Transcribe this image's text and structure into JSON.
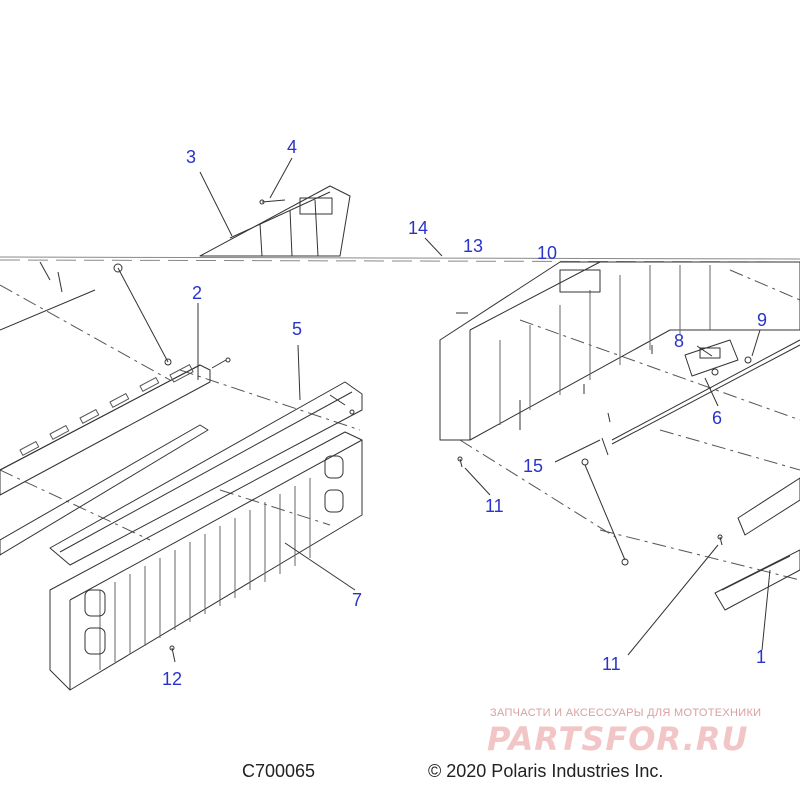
{
  "diagram": {
    "callouts": [
      {
        "id": "c1",
        "text": "1"
      },
      {
        "id": "c2",
        "text": "2"
      },
      {
        "id": "c3",
        "text": "3"
      },
      {
        "id": "c4",
        "text": "4"
      },
      {
        "id": "c5",
        "text": "5"
      },
      {
        "id": "c6",
        "text": "6"
      },
      {
        "id": "c7",
        "text": "7"
      },
      {
        "id": "c8",
        "text": "8"
      },
      {
        "id": "c9",
        "text": "9"
      },
      {
        "id": "c10",
        "text": "10"
      },
      {
        "id": "c11a",
        "text": "11"
      },
      {
        "id": "c11b",
        "text": "11"
      },
      {
        "id": "c12",
        "text": "12"
      },
      {
        "id": "c13",
        "text": "13"
      },
      {
        "id": "c14",
        "text": "14"
      },
      {
        "id": "c15",
        "text": "15"
      }
    ],
    "callout_color": "#2a33c9",
    "line_color": "#333333"
  },
  "footer": {
    "code": "C700065",
    "copyright": "© 2020 Polaris Industries Inc."
  },
  "watermark": {
    "tagline": "ЗАПЧАСТИ И АКСЕССУАРЫ ДЛЯ МОТОТЕХНИКИ",
    "brand": "PARTSFOR.RU"
  }
}
